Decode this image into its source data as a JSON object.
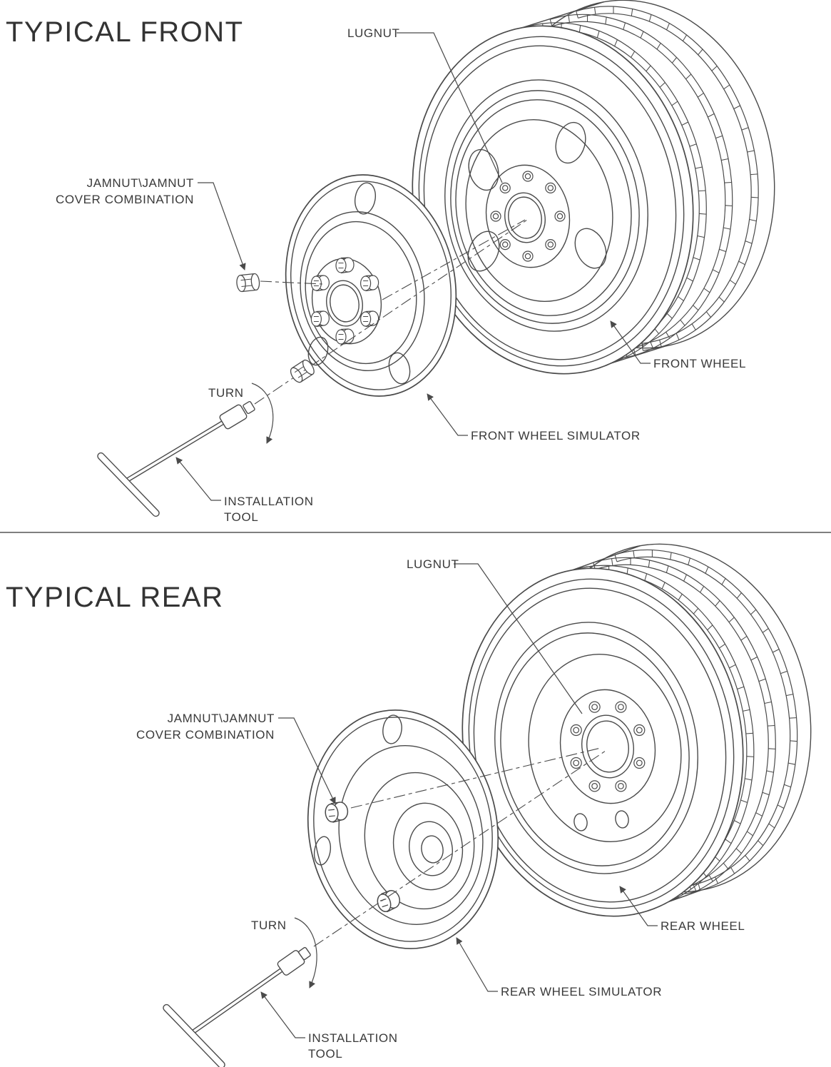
{
  "front_section": {
    "title": "TYPICAL FRONT",
    "labels": {
      "lugnut": "LUGNUT",
      "jamnut_line1": "JAMNUT\\JAMNUT",
      "jamnut_line2": "COVER COMBINATION",
      "turn": "TURN",
      "wheel": "FRONT WHEEL",
      "simulator": "FRONT WHEEL SIMULATOR",
      "tool_line1": "INSTALLATION",
      "tool_line2": "TOOL"
    }
  },
  "rear_section": {
    "title": "TYPICAL REAR",
    "labels": {
      "lugnut": "LUGNUT",
      "jamnut_line1": "JAMNUT\\JAMNUT",
      "jamnut_line2": "COVER COMBINATION",
      "turn": "TURN",
      "wheel": "REAR WHEEL",
      "simulator": "REAR WHEEL SIMULATOR",
      "tool_line1": "INSTALLATION",
      "tool_line2": "TOOL"
    }
  },
  "style": {
    "line_color": "#4a4a4a",
    "text_color": "#3a3a3a",
    "background": "#ffffff"
  }
}
